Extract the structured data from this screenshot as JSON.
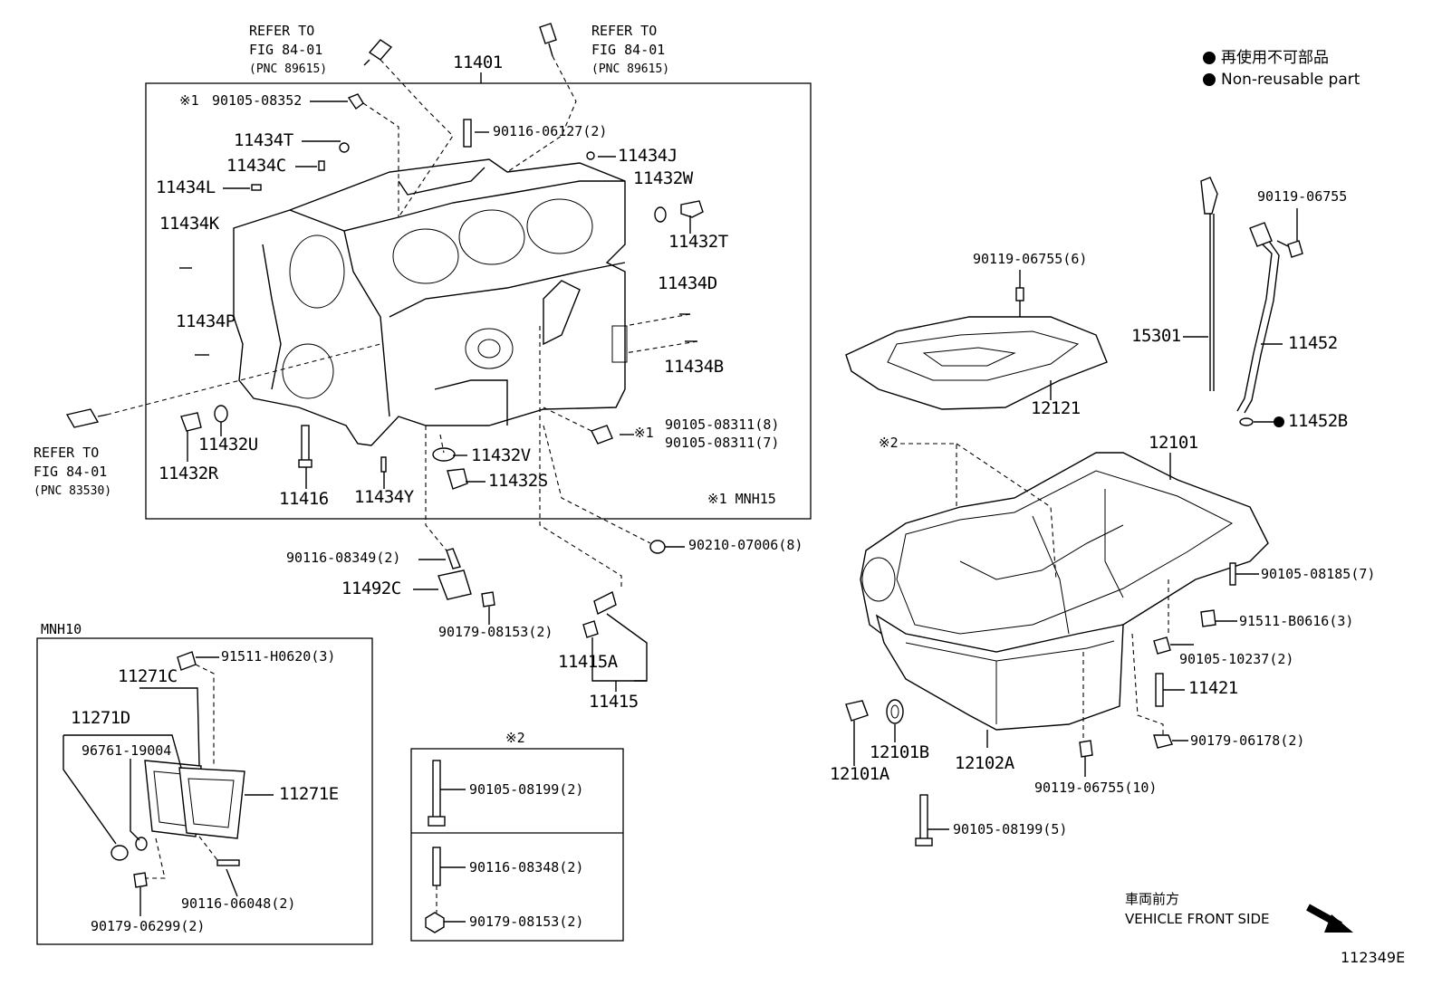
{
  "figure_id": "112349E",
  "legend": {
    "jp": "再使用不可部品",
    "en": "Non-reusable part"
  },
  "front": {
    "jp": "車両前方",
    "en": "VEHICLE FRONT SIDE"
  },
  "notes": {
    "mnh15": "※1 MNH15",
    "mnh10": "MNH10",
    "mark1": "※1",
    "mark2": "※2"
  },
  "refs": {
    "a": [
      "REFER TO",
      "FIG 84-01",
      "(PNC 89615)"
    ],
    "b": [
      "REFER TO",
      "FIG 84-01",
      "(PNC 89615)"
    ],
    "c": [
      "REFER TO",
      "FIG 84-01",
      "(PNC 83530)"
    ]
  },
  "parts": {
    "p11401": "11401",
    "p90105_08352": "90105-08352",
    "p90116_06127": "90116-06127(2)",
    "p11434T": "11434T",
    "p11434C": "11434C",
    "p11434J": "11434J",
    "p11434L": "11434L",
    "p11432W": "11432W",
    "p11434K": "11434K",
    "p11432T": "11432T",
    "p11434D": "11434D",
    "p11434P": "11434P",
    "p11434B": "11434B",
    "p90105_08311a": "90105-08311(8)",
    "p90105_08311b": "90105-08311(7)",
    "p11432U": "11432U",
    "p11432V": "11432V",
    "p11432R": "11432R",
    "p11432S": "11432S",
    "p11416": "11416",
    "p11434Y": "11434Y",
    "p90210_07006": "90210-07006(8)",
    "p90116_08349": "90116-08349(2)",
    "p11492C": "11492C",
    "p90179_08153a": "90179-08153(2)",
    "p11415A": "11415A",
    "p11415": "11415",
    "p91511_H0620": "91511-H0620(3)",
    "p11271C": "11271C",
    "p11271D": "11271D",
    "p96761_19004": "96761-19004",
    "p11271E": "11271E",
    "p90116_06048": "90116-06048(2)",
    "p90179_06299": "90179-06299(2)",
    "p90105_08199a": "90105-08199(2)",
    "p90116_08348": "90116-08348(2)",
    "p90179_08153b": "90179-08153(2)",
    "p90119_06755a": "90119-06755(6)",
    "p90119_06755b": "90119-06755",
    "p15301": "15301",
    "p11452": "11452",
    "p12121": "12121",
    "p11452B": "11452B",
    "p12101": "12101",
    "p90105_08185": "90105-08185(7)",
    "p91511_B0616": "91511-B0616(3)",
    "p90105_10237": "90105-10237(2)",
    "p11421": "11421",
    "p90179_06178": "90179-06178(2)",
    "p12101A": "12101A",
    "p12101B": "12101B",
    "p12102A": "12102A",
    "p90119_06755c": "90119-06755(10)",
    "p90105_08199b": "90105-08199(5)"
  }
}
